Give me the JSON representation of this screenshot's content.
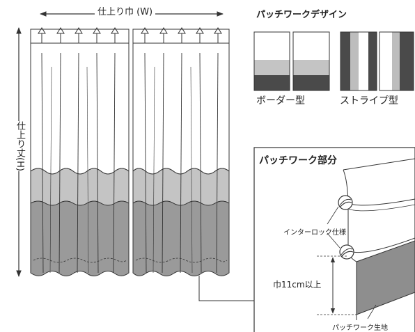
{
  "labels": {
    "finished_width": "仕上り巾 (W)",
    "finished_length": "仕上り丈(H)",
    "patchwork_design": "パッチワークデザイン",
    "border_type": "ボーダー型",
    "stripe_type": "ストライプ型",
    "patchwork_part": "パッチワーク部分",
    "interlock": "インターロック仕様",
    "width_min": "巾11cm以上",
    "patchwork_fabric": "パッチワーク生地"
  },
  "colors": {
    "outline": "#333333",
    "band_light": "#c4c4c4",
    "band_dark": "#9a9a9a",
    "dark_panel": "#4a4a4a",
    "stripe_light": "#bdbdbd",
    "fabric": "#8e8e8e"
  }
}
